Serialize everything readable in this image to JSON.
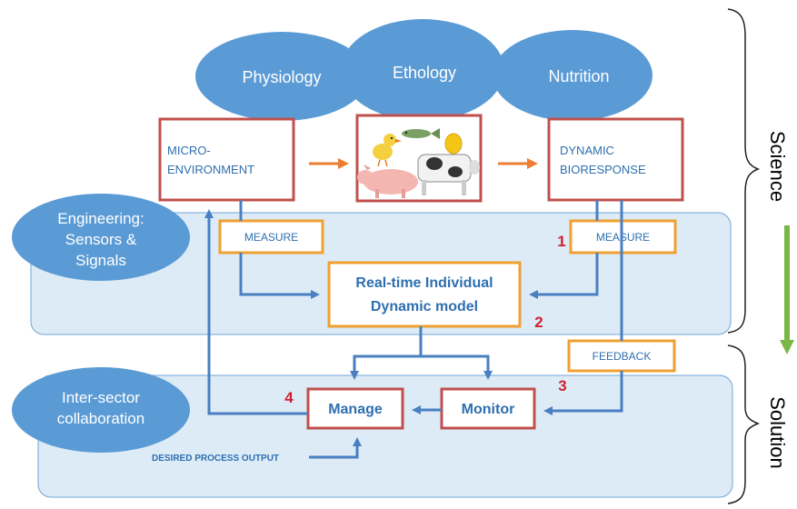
{
  "domains": {
    "physiology": "Physiology",
    "ethology": "Ethology",
    "nutrition": "Nutrition"
  },
  "boxes": {
    "micro_environment": [
      "MICRO-",
      "ENVIRONMENT"
    ],
    "dynamic_bioresponse": [
      "DYNAMIC",
      "BIORESPONSE"
    ],
    "measure_left": "MEASURE",
    "measure_right": "MEASURE",
    "model": [
      "Real-time Individual",
      "Dynamic model"
    ],
    "feedback": "FEEDBACK",
    "manage": "Manage",
    "monitor": "Monitor",
    "desired_output": "DESIRED PROCESS OUTPUT"
  },
  "bands": {
    "engineering": [
      "Engineering:",
      "Sensors &",
      "Signals"
    ],
    "collaboration": [
      "Inter-sector",
      "collaboration"
    ]
  },
  "step_numbers": {
    "one": "1",
    "two": "2",
    "three": "3",
    "four": "4"
  },
  "side_labels": {
    "science": "Science",
    "solution": "Solution"
  },
  "icons": {
    "animals": [
      "chick-icon",
      "fish-icon",
      "egg-icon",
      "pig-icon",
      "cow-icon"
    ],
    "arrow_down": "down-arrow-icon"
  },
  "colors": {
    "ellipse_fill": "#5b9bd5",
    "band_fill": "#ddebf7",
    "band_stroke": "#6fa6d8",
    "red_box": "#c0504d",
    "orange_box": "#f0a030",
    "flow_line": "#4a7fc1",
    "label_blue": "#2e6fb0",
    "step_red": "#d02030",
    "science_arrow": "#7ab648"
  }
}
